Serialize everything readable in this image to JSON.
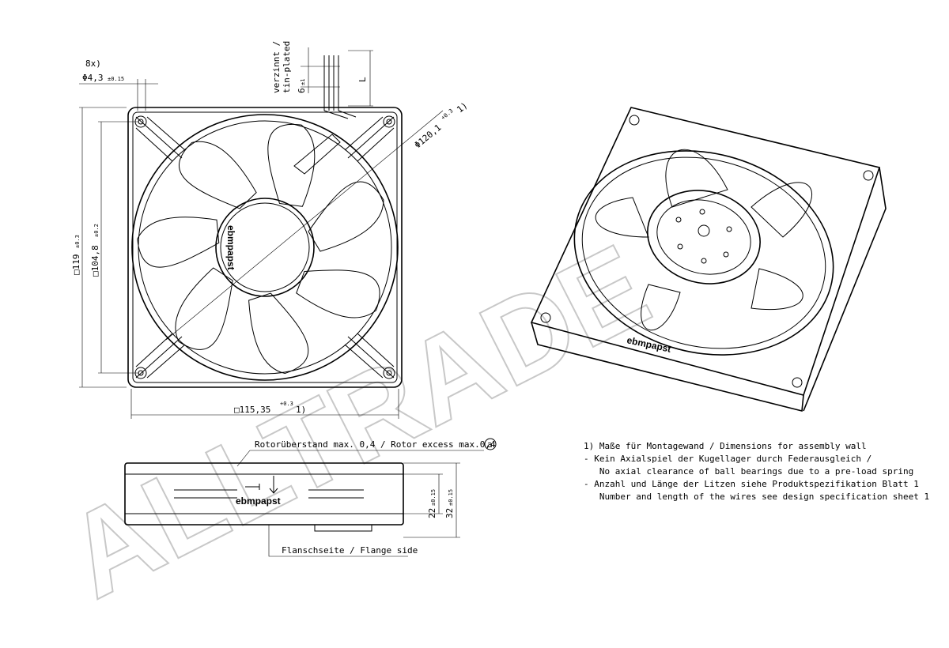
{
  "front_view": {
    "hole_count": "8x)",
    "hole_diameter": "Φ4,3",
    "hole_tol": "±0.15",
    "wire_note_line1": "verzinnt /",
    "wire_note_line2": "tin-plated",
    "wire_len": "6",
    "wire_len_tol": "±1",
    "wire_L": "L",
    "outer_diameter": "Φ120,1",
    "outer_diameter_tol": "+0.3",
    "outer_diameter_ref": "1)",
    "frame_size": "□119",
    "frame_size_tol": "±0.3",
    "hole_pitch": "□104,8",
    "hole_pitch_tol": "±0.2",
    "inner_width": "□115,35",
    "inner_width_tol": "+0.3",
    "inner_width_ref": "1)",
    "brand": "ebmpapst"
  },
  "side_view": {
    "rotor_excess": "Rotorüberstand max. 0,4 / Rotor excess max.0,4",
    "rotor_excess_mark": "a",
    "height_inner": "22",
    "height_inner_tol": "±0.15",
    "height_outer": "32",
    "height_outer_tol": "±0.15",
    "flange_side": "Flanschseite / Flange side",
    "brand": "ebmpapst"
  },
  "iso_view": {
    "brand": "ebmpapst"
  },
  "notes": [
    "1) Maße für Montagewand / Dimensions for assembly wall",
    "-  Kein Axialspiel der Kugellager durch Federausgleich /",
    "   No axial clearance of ball bearings due to a pre-load spring",
    "-  Anzahl und Länge der Litzen siehe Produktspezifikation Blatt 1",
    "   Number and length of the wires see design specification sheet 1"
  ],
  "watermark": "ALLTRADE"
}
